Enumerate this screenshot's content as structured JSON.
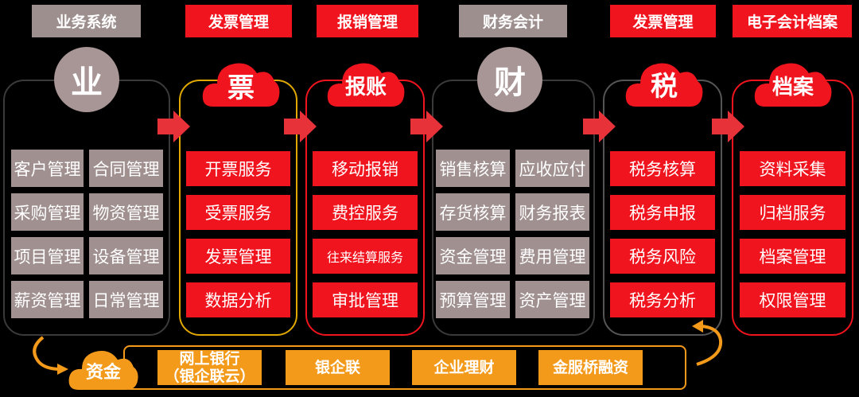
{
  "headers": [
    "业务系统",
    "发票管理",
    "报销管理",
    "财务会计",
    "发票管理",
    "电子会计档案"
  ],
  "columns": [
    {
      "title": "业",
      "items": [
        "客户管理",
        "合同管理",
        "采购管理",
        "物资管理",
        "项目管理",
        "设备管理",
        "薪资管理",
        "日常管理"
      ]
    },
    {
      "title": "票",
      "items": [
        "开票服务",
        "受票服务",
        "发票管理",
        "数据分析"
      ]
    },
    {
      "title": "报账",
      "items": [
        "移动报销",
        "费控服务",
        "往来结算服务",
        "审批管理"
      ]
    },
    {
      "title": "财",
      "items": [
        "销售核算",
        "应收应付",
        "存货核算",
        "财务报表",
        "资金管理",
        "费用管理",
        "预算管理",
        "资产管理"
      ]
    },
    {
      "title": "税",
      "items": [
        "税务核算",
        "税务申报",
        "税务风险",
        "税务分析"
      ]
    },
    {
      "title": "档案",
      "items": [
        "资料采集",
        "归档服务",
        "档案管理",
        "权限管理"
      ]
    }
  ],
  "funds": {
    "title": "资金",
    "items": [
      {
        "line1": "网上银行",
        "line2": "（银企联云）"
      },
      {
        "line1": "银企联",
        "line2": ""
      },
      {
        "line1": "企业理财",
        "line2": ""
      },
      {
        "line1": "金服桥融资",
        "line2": ""
      }
    ]
  },
  "colors": {
    "red": "#f0141e",
    "gray": "#9e8f8f",
    "orange": "#f39a1b",
    "yellow": "#e0a800",
    "arrow": "#e8323a"
  }
}
